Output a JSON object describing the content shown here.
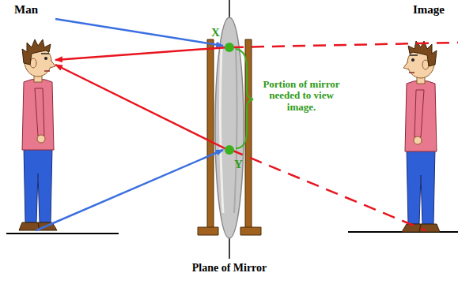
{
  "diagram": {
    "labels": [
      "Man",
      "Image",
      "X",
      "Y",
      "Portion of mirror needed to view image.",
      "Plane of Mirror"
    ]
  }
}
